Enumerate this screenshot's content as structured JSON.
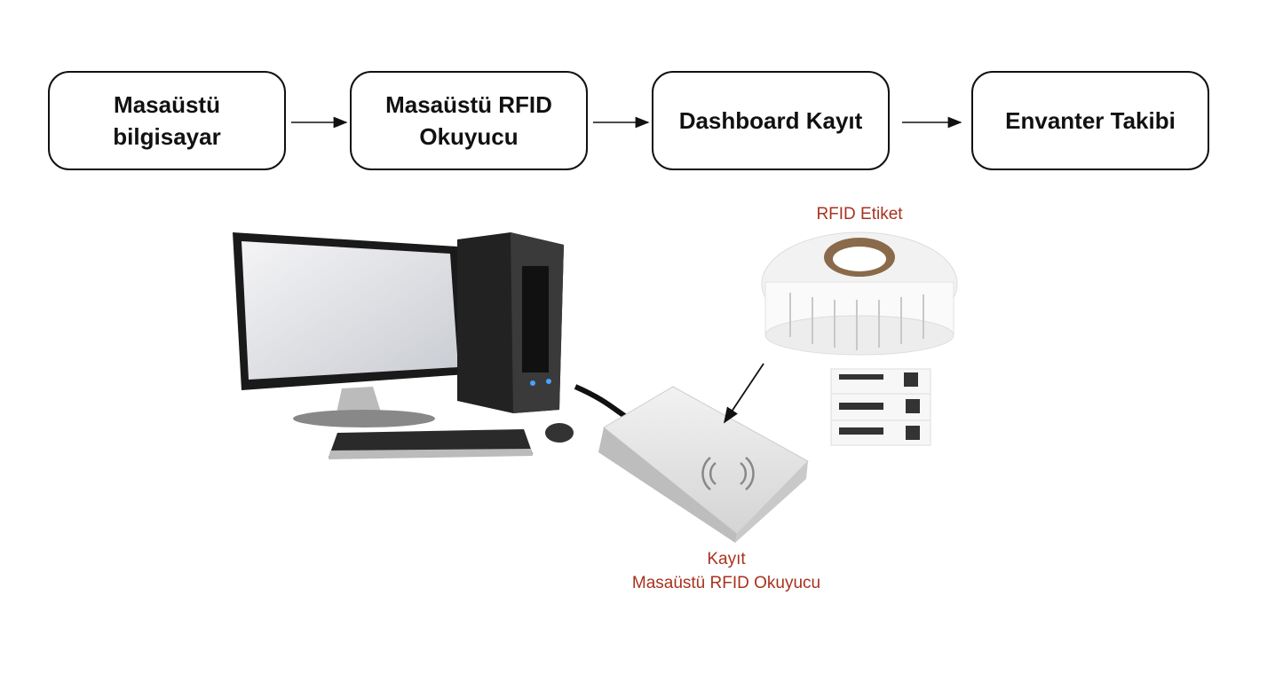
{
  "flow": {
    "steps": [
      {
        "line1": "Masaüstü",
        "line2": "bilgisayar"
      },
      {
        "line1": "Masaüstü RFID",
        "line2": "Okuyucu"
      },
      {
        "line1": "Dashboard Kayıt",
        "line2": ""
      },
      {
        "line1": "Envanter Takibi",
        "line2": ""
      }
    ]
  },
  "captions": {
    "tag": "RFID Etiket",
    "reader_line1": "Kayıt",
    "reader_line2": "Masaüstü RFID Okuyucu"
  },
  "colors": {
    "caption": "#a8321f",
    "box_border": "#111111"
  }
}
